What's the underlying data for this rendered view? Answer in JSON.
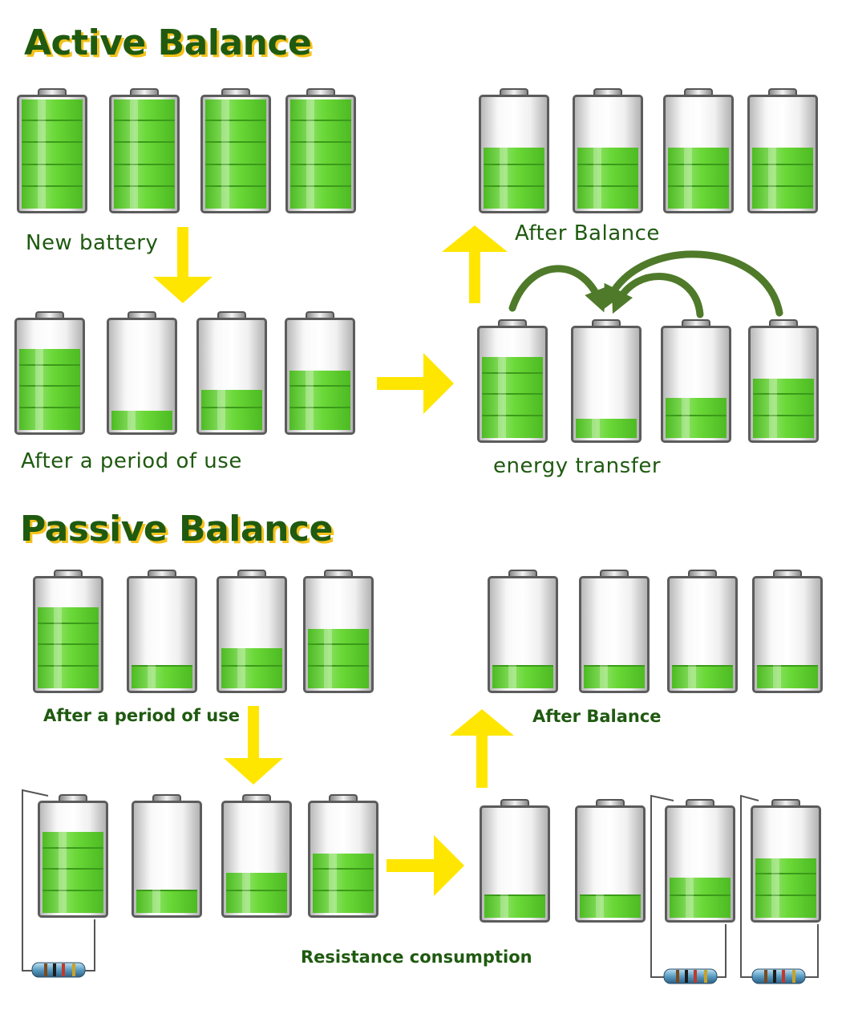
{
  "colors": {
    "heading": "#1f5a10",
    "heading_shadow": "#f4c21c",
    "label": "#1f5a10",
    "arrow": "#ffe600",
    "curve_arrow": "#4f7a2a",
    "battery_fill": "#62d62c",
    "wire": "#555555"
  },
  "active": {
    "title": "Active Balance",
    "new_battery_label": "New battery",
    "used_label": "After a period of use",
    "after_label": "After Balance",
    "transfer_label": "energy transfer",
    "new_levels": [
      1.0,
      1.0,
      1.0,
      1.0
    ],
    "used_levels": [
      0.75,
      0.18,
      0.37,
      0.55
    ],
    "transfer_levels": [
      0.75,
      0.18,
      0.37,
      0.55
    ],
    "after_levels": [
      0.56,
      0.56,
      0.56,
      0.56
    ]
  },
  "passive": {
    "title": "Passive Balance",
    "used_label": "After a period of use",
    "after_label": "After Balance",
    "resistance_label": "Resistance consumption",
    "used_levels": [
      0.75,
      0.2,
      0.37,
      0.55
    ],
    "second_levels": [
      0.75,
      0.2,
      0.37,
      0.55
    ],
    "discharge_levels": [
      0.2,
      0.2,
      0.37,
      0.55
    ],
    "after_levels": [
      0.2,
      0.2,
      0.2,
      0.2
    ]
  }
}
